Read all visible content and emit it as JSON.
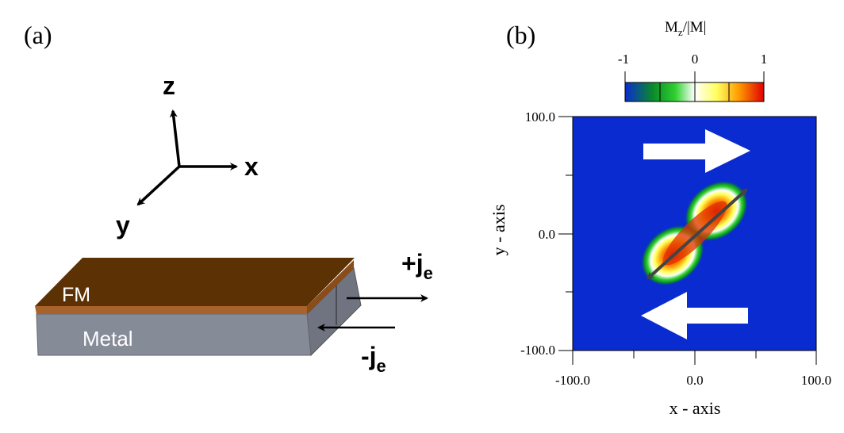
{
  "panel_a": {
    "label": "(a)",
    "axes": {
      "z": "z",
      "x": "x",
      "y": "y"
    },
    "layers": {
      "top": "FM",
      "bottom": "Metal"
    },
    "currents": {
      "plus_main": "+j",
      "plus_sub": "e",
      "minus_main": "-j",
      "minus_sub": "e"
    },
    "colors": {
      "fm_top": "#5c3205",
      "fm_front": "#a8622c",
      "metal_front": "#868b98",
      "metal_side": "#6f7480",
      "arrow": "#000000"
    }
  },
  "panel_b": {
    "label": "(b)",
    "colorbar": {
      "title_main": "M",
      "title_sub": "z",
      "title_rest": "/|M|",
      "ticks": [
        "-1",
        "0",
        "1"
      ],
      "stops": [
        "#0a2bd0",
        "#0a8a2a",
        "#2ed02e",
        "#ffffff",
        "#ffff60",
        "#ff9a00",
        "#e00000"
      ]
    },
    "plot": {
      "x_ticks": [
        "-100.0",
        "0.0",
        "100.0"
      ],
      "y_ticks": [
        "100.0",
        "0.0",
        "-100.0"
      ],
      "xlabel": "x - axis",
      "ylabel": "y - axis",
      "background": "#0a2bd0",
      "arrow_color": "#ffffff",
      "diag_arrow_color": "#444444"
    }
  }
}
